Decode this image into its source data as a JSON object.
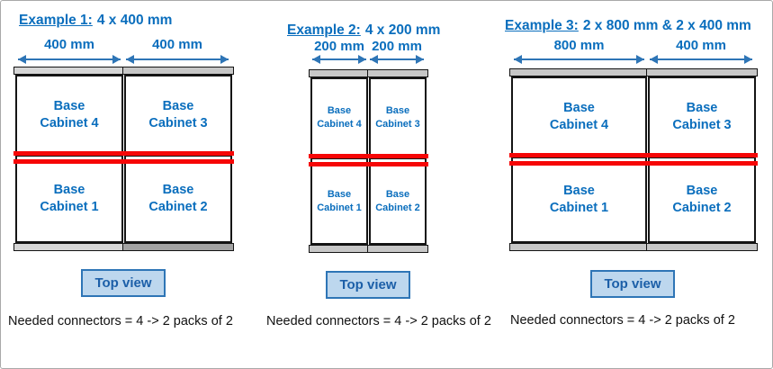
{
  "colors": {
    "accent_blue": "#0a6ebd",
    "arrow_blue": "#2E75B6",
    "connector_red": "#f60606",
    "button_background": "#BDD7EE",
    "button_border": "#2E75B6",
    "gray_bar": "#c7c7c7"
  },
  "examples": [
    {
      "title_label": "Example 1:",
      "title_spec": "4 x 400 mm",
      "columns": [
        {
          "width_label": "400 mm",
          "top_cabinet": "Base\nCabinet 4",
          "bottom_cabinet": "Base\nCabinet 1"
        },
        {
          "width_label": "400 mm",
          "top_cabinet": "Base\nCabinet 3",
          "bottom_cabinet": "Base\nCabinet 2"
        }
      ],
      "view_button_label": "Top view",
      "connectors_note": "Needed connectors = 4 -> 2 packs of 2"
    },
    {
      "title_label": "Example 2:",
      "title_spec": "4 x 200 mm",
      "columns": [
        {
          "width_label": "200 mm",
          "top_cabinet": "Base\nCabinet 4",
          "bottom_cabinet": "Base\nCabinet 1"
        },
        {
          "width_label": "200 mm",
          "top_cabinet": "Base\nCabinet 3",
          "bottom_cabinet": "Base\nCabinet 2"
        }
      ],
      "view_button_label": "Top view",
      "connectors_note": "Needed connectors = 4 -> 2 packs of 2"
    },
    {
      "title_label": "Example 3:",
      "title_spec": "2 x 800 mm & 2 x 400 mm",
      "columns": [
        {
          "width_label": "800 mm",
          "top_cabinet": "Base\nCabinet 4",
          "bottom_cabinet": "Base\nCabinet 1"
        },
        {
          "width_label": "400 mm",
          "top_cabinet": "Base\nCabinet 3",
          "bottom_cabinet": "Base\nCabinet 2"
        }
      ],
      "view_button_label": "Top view",
      "connectors_note": "Needed connectors = 4 -> 2 packs of 2"
    }
  ]
}
